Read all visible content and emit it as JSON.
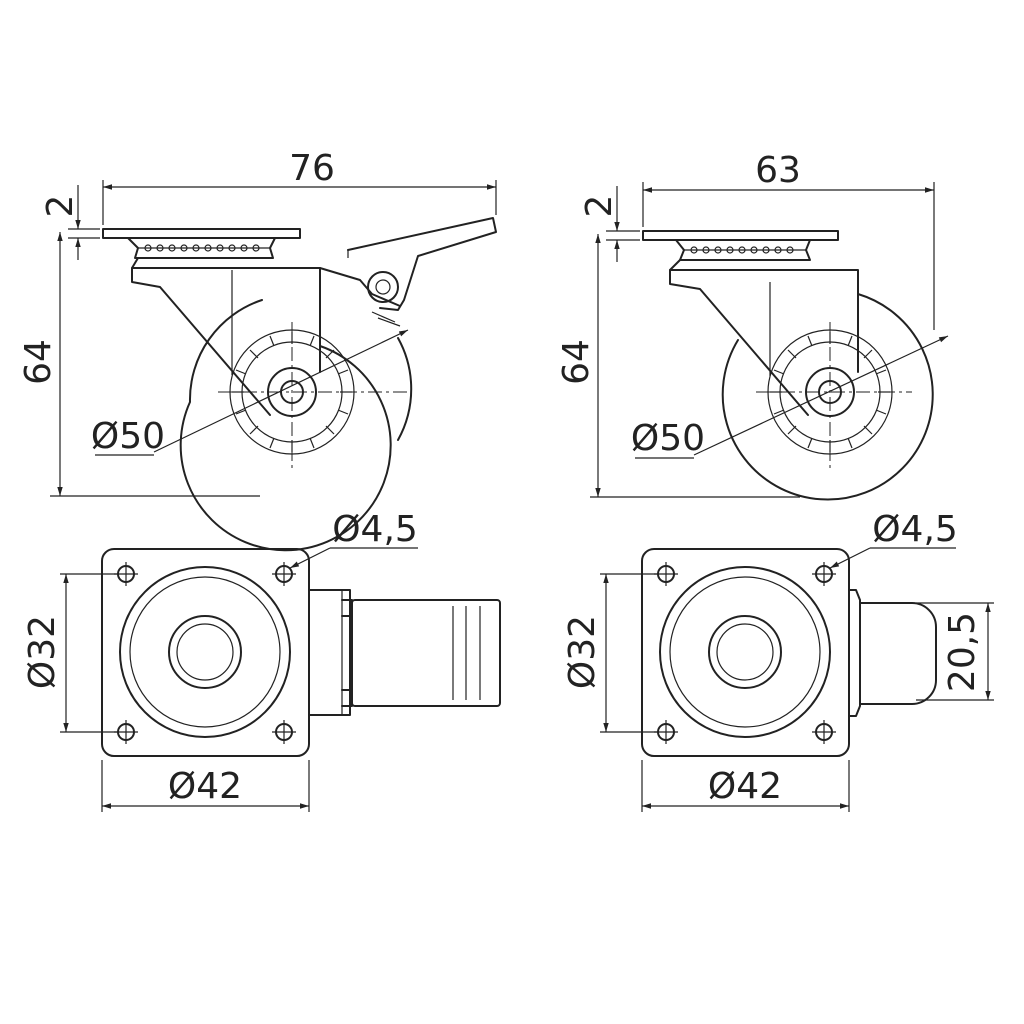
{
  "views": {
    "front_braked": {
      "width": "76",
      "plate_thickness": "2",
      "height": "64",
      "wheel_diameter": "Ø50"
    },
    "front_plain": {
      "width": "63",
      "plate_thickness": "2",
      "height": "64",
      "wheel_diameter": "Ø50"
    },
    "top_braked": {
      "hole_diameter": "Ø4,5",
      "plate_height": "Ø32",
      "plate_width": "Ø42"
    },
    "top_plain": {
      "hole_diameter": "Ø4,5",
      "plate_height": "Ø32",
      "plate_width": "Ø42",
      "fork_width": "20,5"
    }
  }
}
